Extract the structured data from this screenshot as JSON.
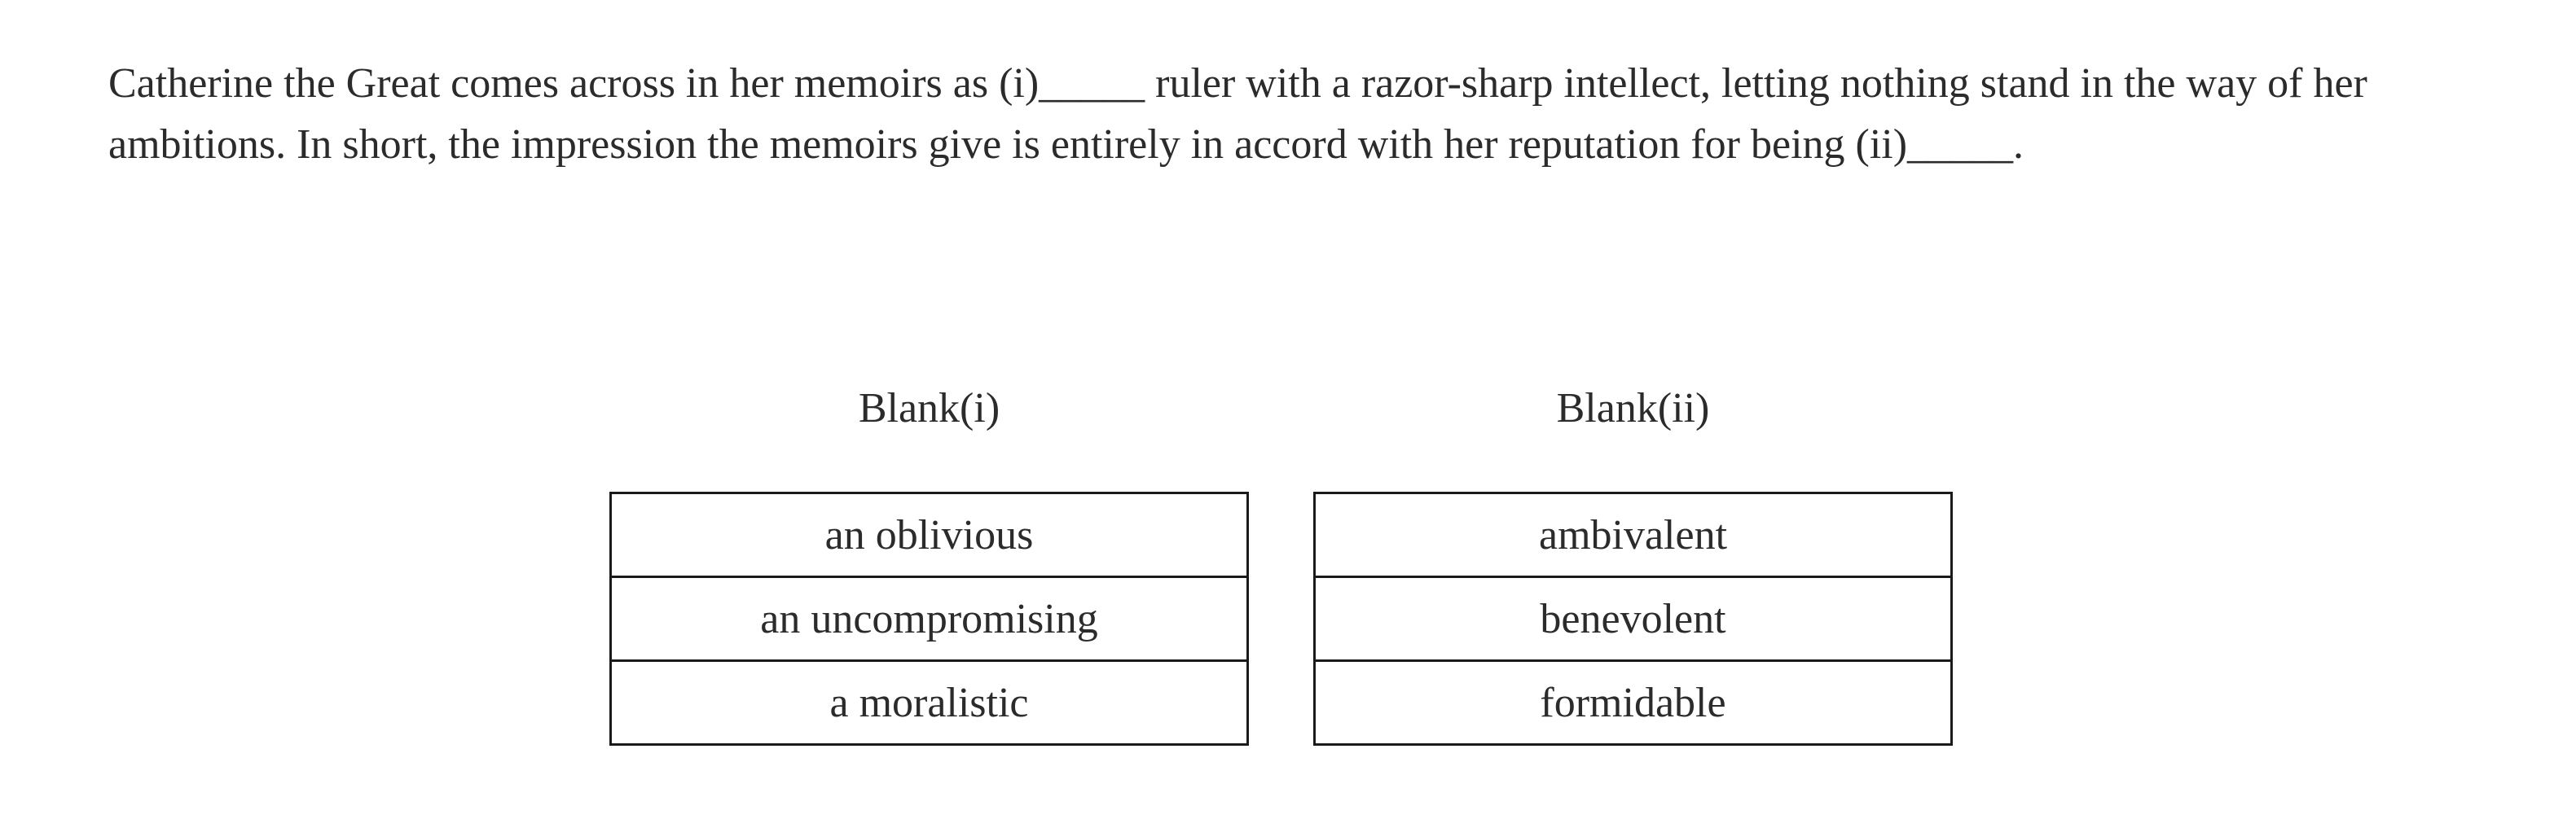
{
  "page": {
    "background": "#ffffff",
    "text_color": "#2b2b2b",
    "border_color": "#1a1a1a"
  },
  "passage": {
    "lines": [
      "Catherine the Great comes across in her memoirs as (i)_____ ruler with a razor-sharp intellect, letting nothing stand in the way of her",
      "ambitions. In short, the impression the memoirs give is entirely in accord with her reputation for being (ii)_____."
    ]
  },
  "blanks": [
    {
      "label": "Blank(i)",
      "options": [
        "an oblivious",
        "an uncompromising",
        "a moralistic"
      ]
    },
    {
      "label": "Blank(ii)",
      "options": [
        "ambivalent",
        "benevolent",
        "formidable"
      ]
    }
  ]
}
